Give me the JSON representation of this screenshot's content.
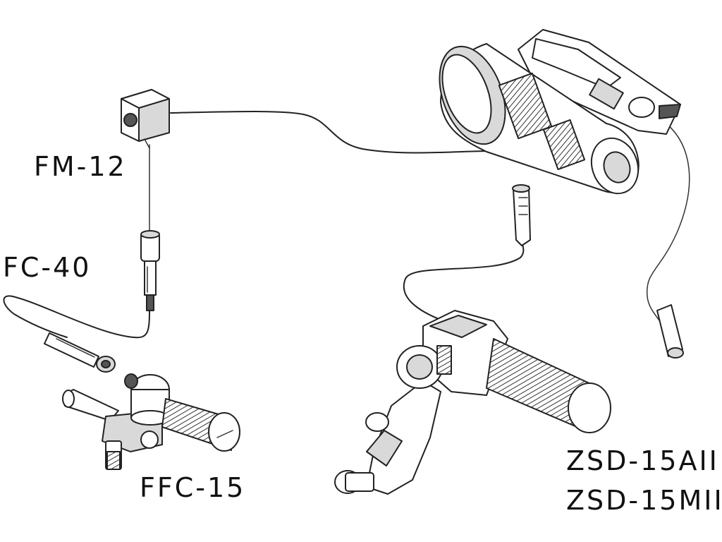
{
  "labels": {
    "fm12": "FM-12",
    "fc40": "FC-40",
    "ffc15": "FFC-15",
    "zsd_a": "ZSD-15AII",
    "zsd_m": "ZSD-15MII"
  },
  "colors": {
    "line": "#222222",
    "fill": "#ffffff",
    "shade": "#d9d9d9"
  }
}
